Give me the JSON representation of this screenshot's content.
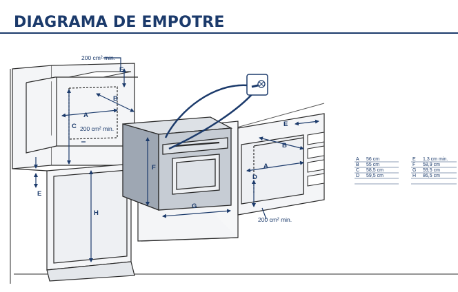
{
  "title": "DIAGRAMA DE EMPOTRE",
  "notes": {
    "vent_top": "200 cm² min.",
    "vent_mid": "200 cm² min.",
    "vent_bottom": "200 cm² min."
  },
  "labels": {
    "A": "A",
    "B": "B",
    "C": "C",
    "D": "D",
    "E": "E",
    "F": "F",
    "G": "G",
    "H": "H"
  },
  "dimensions": {
    "left": [
      {
        "letter": "A",
        "value": "56 cm"
      },
      {
        "letter": "B",
        "value": "55 cm"
      },
      {
        "letter": "C",
        "value": "58,5 cm"
      },
      {
        "letter": "D",
        "value": "59,5 cm"
      }
    ],
    "right": [
      {
        "letter": "E",
        "value": "1,3 cm min."
      },
      {
        "letter": "F",
        "value": "58,9 cm"
      },
      {
        "letter": "G",
        "value": "59,5 cm"
      },
      {
        "letter": "H",
        "value": "86,5 cm"
      }
    ]
  },
  "colors": {
    "navy": "#1b3a6b",
    "line": "#2a2a2a",
    "oven_fill": "#c6ccd4",
    "oven_side": "#9ea7b3",
    "door_fill": "#dfe3e8",
    "cabinet": "#f4f5f7"
  },
  "icons": {
    "screw": "screw-icon"
  }
}
